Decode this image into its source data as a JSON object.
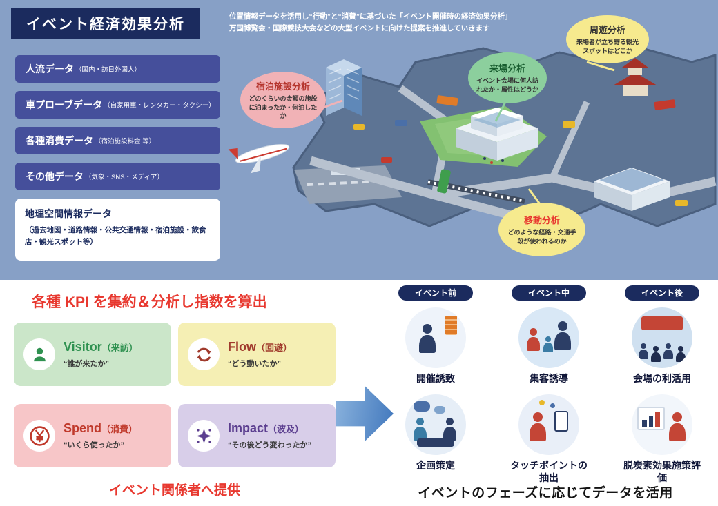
{
  "colors": {
    "top_bg": "#87a0c6",
    "banner_bg": "#1b2b5e",
    "source_box_bg": "#454f9b",
    "accent_red": "#e8382f",
    "arrow_blue": "#3f76bc",
    "visitor_green": "#2f9150",
    "flow_maroon": "#a03a2c",
    "spend_red": "#c0392b",
    "impact_purple": "#5b3e8f"
  },
  "header": {
    "title": "イベント経済効果分析",
    "subtitle_line1": "位置情報データを活用し“行動”と“消費”に基づいた「イベント開催時の経済効果分析」",
    "subtitle_line2": "万国博覧会・国際競技大会などの大型イベントに向けた提案を推進していきます"
  },
  "data_sources": [
    {
      "label": "人流データ",
      "note": "（国内・訪日外国人）"
    },
    {
      "label": "車プローブデータ",
      "note": "（自家用車・レンタカー・タクシー）"
    },
    {
      "label": "各種消費データ",
      "note": "（宿泊施設料金 等）"
    },
    {
      "label": "その他データ",
      "note": "（気象・SNS・メディア）"
    }
  ],
  "geo_box": {
    "title": "地理空間情報データ",
    "body": "（過去地図・道路情報・公共交通情報・宿泊施設・飲食店・観光スポット等）"
  },
  "analysis_callouts": {
    "lodging": {
      "title": "宿泊施設分析",
      "body": "どのくらいの金額の施設に泊まったか・何泊したか"
    },
    "visit": {
      "title": "来場分析",
      "body": "イベント会場に何人訪れたか・属性はどうか"
    },
    "excursion": {
      "title": "周遊分析",
      "body": "来場者が立ち寄る観光スポットはどこか"
    },
    "movement": {
      "title": "移動分析",
      "body": "どのような経路・交通手段が使われるのか"
    }
  },
  "kpi_section": {
    "title": "各種 KPI を集約＆分析し指数を算出",
    "items": [
      {
        "name": "Visitor",
        "jp": "（来訪）",
        "quote": "“誰が来たか”"
      },
      {
        "name": "Flow",
        "jp": "（回遊）",
        "quote": "“どう動いたか”"
      },
      {
        "name": "Spend",
        "jp": "（消費）",
        "quote": "“いくら使ったか”"
      },
      {
        "name": "Impact",
        "jp": "（波及）",
        "quote": "“その後どう変わったか”"
      }
    ],
    "footer": "イベント関係者へ提供"
  },
  "phase_section": {
    "columns": [
      {
        "badge": "イベント前",
        "items": [
          "開催誘致",
          "企画策定"
        ]
      },
      {
        "badge": "イベント中",
        "items": [
          "集客誘導",
          "タッチポイントの抽出"
        ]
      },
      {
        "badge": "イベント後",
        "items": [
          "会場の利活用",
          "脱炭素効果施策評価"
        ]
      }
    ],
    "footer": "イベントのフェーズに応じてデータを活用"
  }
}
